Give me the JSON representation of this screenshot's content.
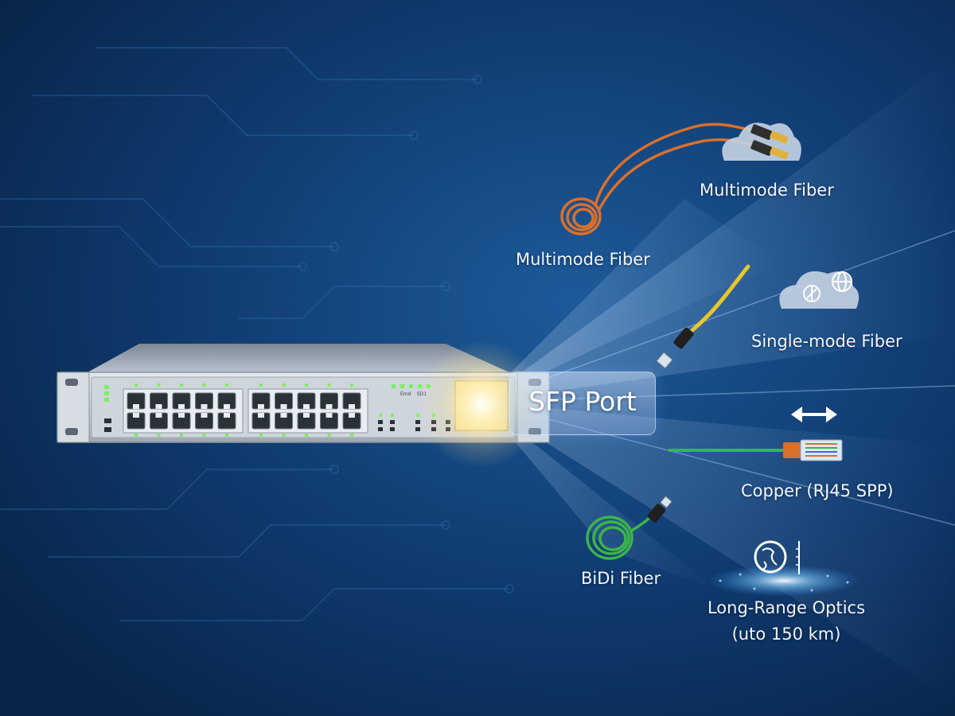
{
  "center": {
    "label": "SFP Port"
  },
  "connections": [
    {
      "id": "multimode-fiber-cable",
      "label": "Multimode Fiber"
    },
    {
      "id": "multimode-fiber-cloud",
      "label": "Multimode Fiber"
    },
    {
      "id": "single-mode-fiber",
      "label": "Single-mode Fiber"
    },
    {
      "id": "copper",
      "label": "Copper (RJ45 SPP)"
    },
    {
      "id": "bidi-fiber",
      "label": "BiDi Fiber"
    },
    {
      "id": "long-range",
      "label_line1": "Long-Range Optics",
      "label_line2": "(uto 150 km)"
    }
  ],
  "switch_panel": {
    "small_labels": [
      "Emd",
      "SD1"
    ]
  },
  "icons": [
    "fiber-cable-coil-icon",
    "cloud-icon",
    "globe-icon",
    "compass-icon",
    "rj45-connector-icon",
    "double-arrow-icon",
    "world-glow-icon"
  ],
  "colors": {
    "background": "#0b2d5a",
    "orange_cable": "#d8702c",
    "yellow_cable": "#e8c62a",
    "green_cable": "#3bb54a",
    "led_green": "#7cf05a",
    "glow": "#fff4c8"
  }
}
